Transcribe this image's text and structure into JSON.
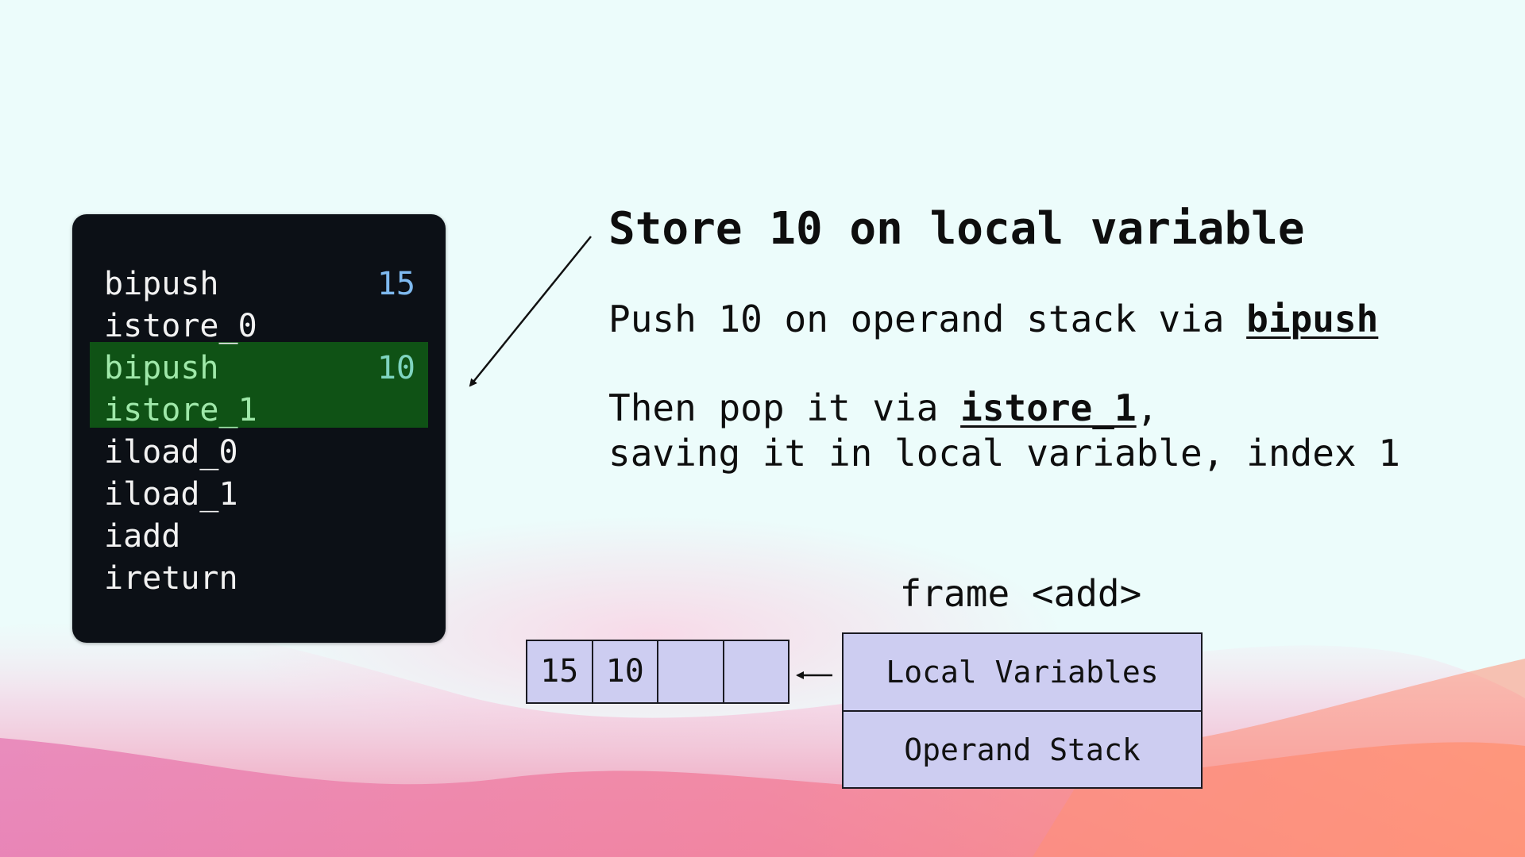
{
  "code_panel": {
    "lines": [
      {
        "op": "bipush",
        "arg": "15",
        "highlighted": false
      },
      {
        "op": "istore_0",
        "arg": "",
        "highlighted": false
      },
      {
        "op": "bipush",
        "arg": "10",
        "highlighted": true
      },
      {
        "op": "istore_1",
        "arg": "",
        "highlighted": true
      },
      {
        "op": "iload_0",
        "arg": "",
        "highlighted": false
      },
      {
        "op": "iload_1",
        "arg": "",
        "highlighted": false
      },
      {
        "op": "iadd",
        "arg": "",
        "highlighted": false
      },
      {
        "op": "ireturn",
        "arg": "",
        "highlighted": false
      }
    ],
    "colors": {
      "background": "#0c1016",
      "highlight": "#0f5215",
      "text": "#f2f2f2",
      "arg": "#7fbaf0"
    }
  },
  "title": "Store 10 on local variable",
  "para1": {
    "text": "Push 10 on operand stack via ",
    "emphasis": "bipush"
  },
  "para2": {
    "prefix": "Then pop it via ",
    "emphasis": "istore_1",
    "suffix": ",",
    "line2": "saving it in local variable, index 1"
  },
  "frame": {
    "title": "frame <add>",
    "sections": [
      "Local Variables",
      "Operand Stack"
    ],
    "local_variable_slots": [
      "15",
      "10",
      "",
      ""
    ],
    "fill_color": "#cdcdf1"
  }
}
